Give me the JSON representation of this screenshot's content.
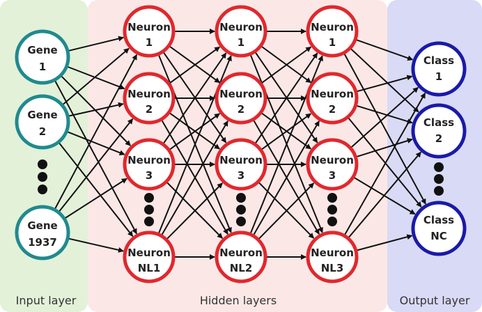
{
  "colors": {
    "input_panel": "#e3f1d9",
    "hidden_panel": "#fbe8e6",
    "output_panel": "#d9daf5",
    "input_node": "#1f8a8e",
    "hidden_node": "#e0282e",
    "output_node": "#1a1aa8",
    "edge": "#111111"
  },
  "panels": {
    "input_label": "Input layer",
    "hidden_label": "Hidden layers",
    "output_label": "Output layer"
  },
  "input_nodes": [
    {
      "line1": "Gene",
      "line2": "1"
    },
    {
      "line1": "Gene",
      "line2": "2"
    },
    {
      "line1": "Gene",
      "line2": "1937"
    }
  ],
  "hidden_layers": [
    {
      "nodes": [
        {
          "line1": "Neuron",
          "line2": "1"
        },
        {
          "line1": "Neuron",
          "line2": "2"
        },
        {
          "line1": "Neuron",
          "line2": "3"
        },
        {
          "line1": "Neuron",
          "line2": "NL1"
        }
      ]
    },
    {
      "nodes": [
        {
          "line1": "Neuron",
          "line2": "1"
        },
        {
          "line1": "Neuron",
          "line2": "2"
        },
        {
          "line1": "Neuron",
          "line2": "3"
        },
        {
          "line1": "Neuron",
          "line2": "NL2"
        }
      ]
    },
    {
      "nodes": [
        {
          "line1": "Neuron",
          "line2": "1"
        },
        {
          "line1": "Neuron",
          "line2": "2"
        },
        {
          "line1": "Neuron",
          "line2": "3"
        },
        {
          "line1": "Neuron",
          "line2": "NL3"
        }
      ]
    }
  ],
  "output_nodes": [
    {
      "line1": "Class",
      "line2": "1"
    },
    {
      "line1": "Class",
      "line2": "2"
    },
    {
      "line1": "Class",
      "line2": "NC"
    }
  ]
}
